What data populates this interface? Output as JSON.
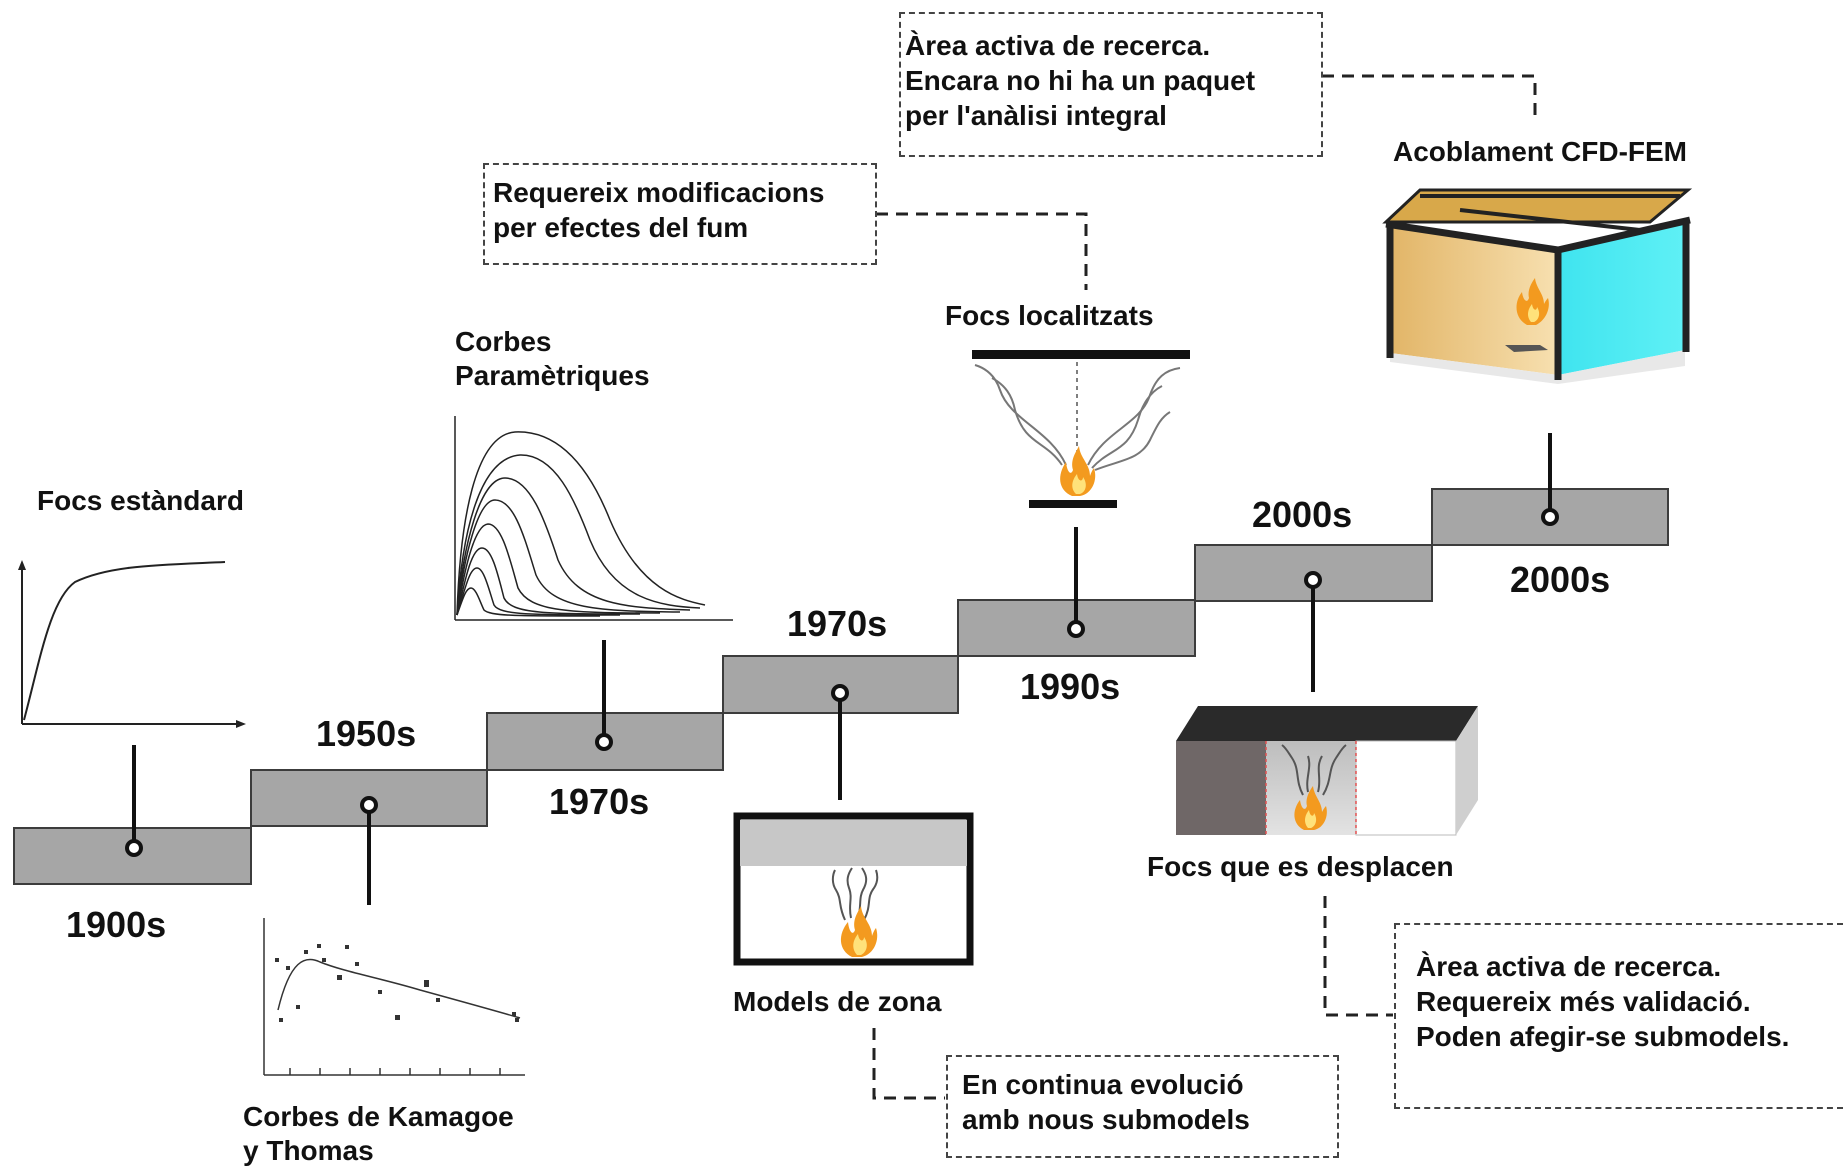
{
  "steps": [
    {
      "period": "1900s",
      "label": "Focs estàndard"
    },
    {
      "period": "1950s",
      "label_lines": [
        "Corbes de Kamagoe",
        "y Thomas"
      ]
    },
    {
      "period": "1970s",
      "label_lines": [
        "Corbes",
        "Paramètriques"
      ]
    },
    {
      "period": "1970s",
      "label": "Models de zona"
    },
    {
      "period": "1990s",
      "label": "Focs localitzats"
    },
    {
      "period": "2000s",
      "label": "Focs que es desplacen"
    },
    {
      "period": "2000s",
      "label": "Acoblament CFD-FEM"
    }
  ],
  "notes": {
    "cfd_fem": [
      "Àrea activa de recerca.",
      "Encara no hi ha un paquet",
      "per l'anàlisi integral"
    ],
    "localized": [
      "Requereix modificacions",
      "per efectes del fum"
    ],
    "zone_models": [
      "En continua evolució",
      "amb nous submodels"
    ],
    "travelling": [
      "Àrea activa de recerca.",
      "Requereix més validació.",
      "Poden afegir-se submodels."
    ]
  },
  "colors": {
    "step_fill": "#a6a6a6",
    "step_border": "#3c3c3c",
    "flame_outer": "#f39a1f",
    "flame_inner": "#fff3a0",
    "cfd_wall_left": "#f3d9a4",
    "cfd_wall_right": "#44e6ef",
    "cfd_roof": "#e0b050"
  }
}
